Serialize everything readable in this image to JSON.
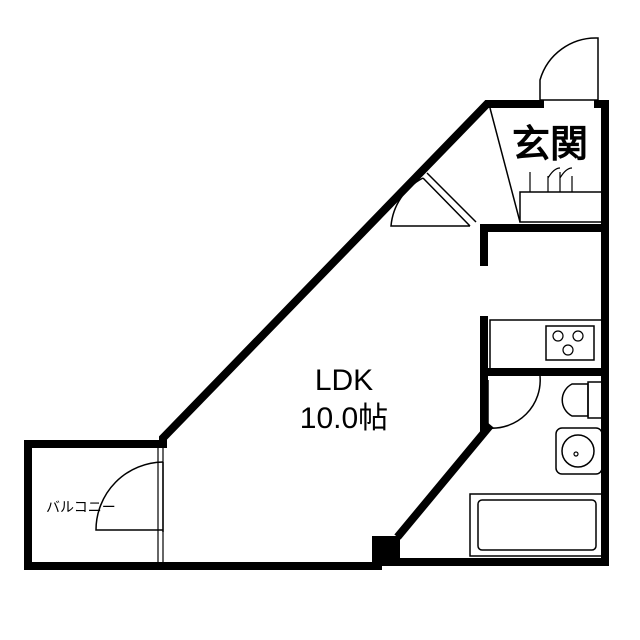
{
  "rooms": {
    "entrance": {
      "label": "玄関"
    },
    "ldk": {
      "label": "LDK",
      "size": "10.0帖"
    },
    "balcony": {
      "label": "バルコニー"
    }
  },
  "colors": {
    "wall": "#000000",
    "background": "#ffffff"
  }
}
